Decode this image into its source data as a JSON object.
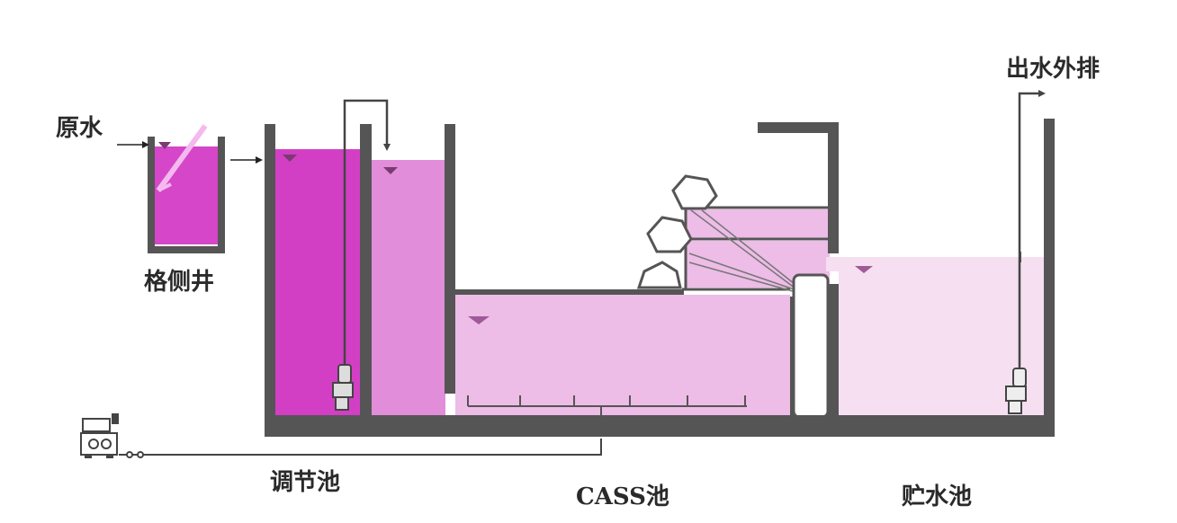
{
  "labels": {
    "raw_water": "原水",
    "grid_well": "格侧井",
    "regulating_tank": "调节池",
    "cass_tank": "CASS池",
    "storage_tank": "贮水池",
    "discharge": "出水外排"
  },
  "colors": {
    "wall": "#555555",
    "grid_water": "#d546c9",
    "regulating_water": "#d23fc4",
    "mid_water": "#e28dd9",
    "cass_water": "#edbce7",
    "storage_water": "#f5dff1",
    "pipe": "#555555"
  }
}
